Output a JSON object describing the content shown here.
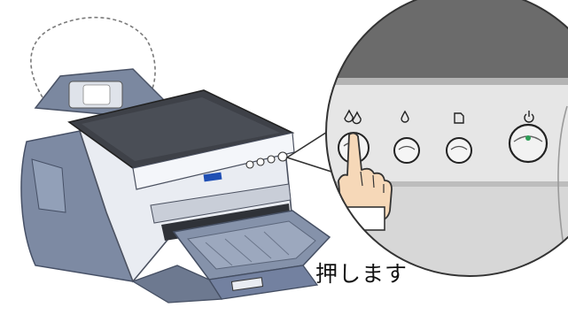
{
  "instruction": {
    "caption": "押します"
  },
  "panel": {
    "buttons": [
      {
        "name": "ink-maintenance-button",
        "icon": "ink-drops-icon",
        "pressed": true
      },
      {
        "name": "ink-button",
        "icon": "ink-drop-icon",
        "pressed": false
      },
      {
        "name": "paper-button",
        "icon": "paper-icon",
        "pressed": false
      },
      {
        "name": "power-button",
        "icon": "power-icon",
        "light_on": true
      }
    ]
  },
  "colors": {
    "printer_body": "#e9ecf2",
    "printer_top": "#3e4148",
    "printer_dark": "#6f7b91",
    "panel_band": "#6b6b6b",
    "panel_face": "#e6e6e6",
    "power_led": "#2e9e57",
    "finger": "#f6d8b8"
  }
}
